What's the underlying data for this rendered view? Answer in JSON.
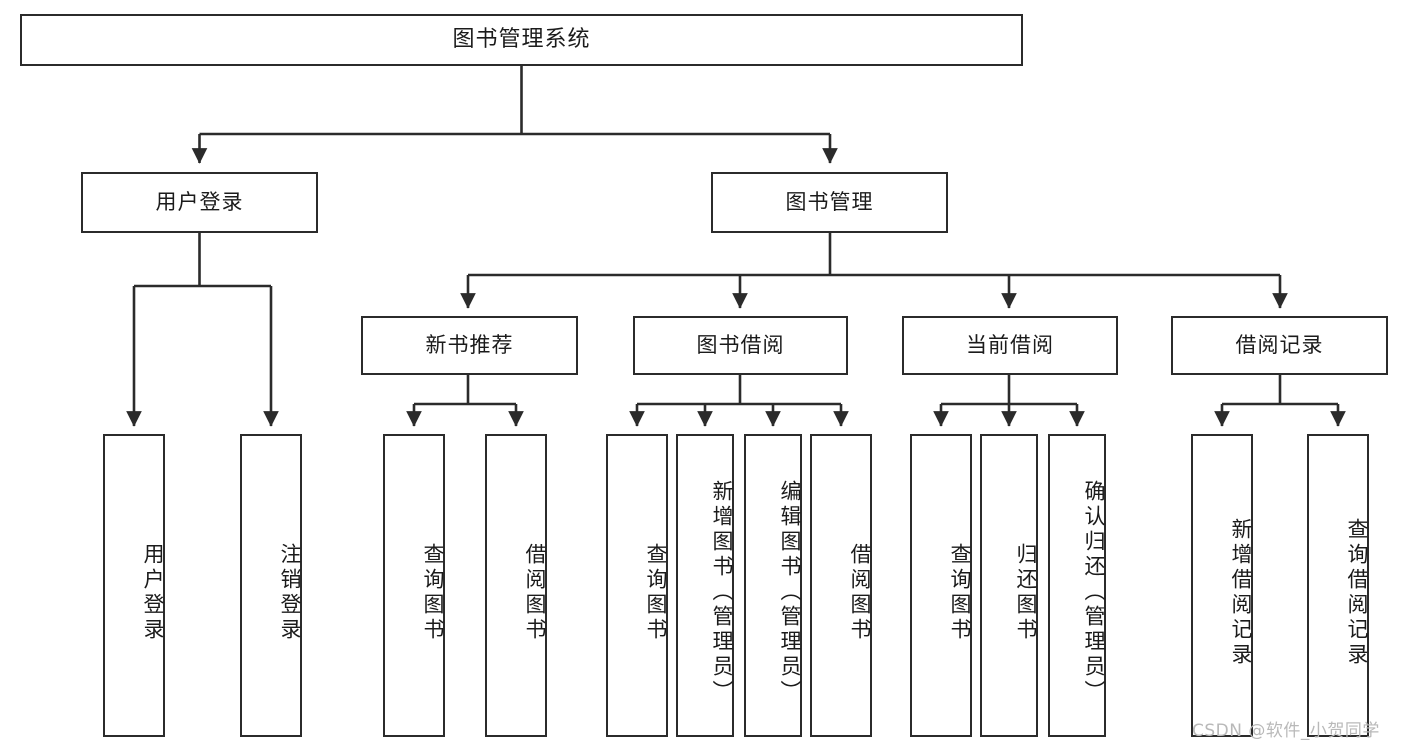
{
  "diagram": {
    "type": "tree-hierarchy",
    "title": "图书管理系统",
    "stroke_color": "#2b2b2b",
    "fill_color": "#ffffff",
    "text_color": "#1b1b1b",
    "root": {
      "label": "图书管理系统"
    },
    "level2": [
      {
        "label": "用户登录"
      },
      {
        "label": "图书管理"
      }
    ],
    "level3": [
      {
        "label": "新书推荐"
      },
      {
        "label": "图书借阅"
      },
      {
        "label": "当前借阅"
      },
      {
        "label": "借阅记录"
      }
    ],
    "leaves": {
      "user_login": [
        {
          "label": "用户登录"
        },
        {
          "label": "注销登录"
        }
      ],
      "new_book": [
        {
          "label": "查询图书"
        },
        {
          "label": "借阅图书"
        }
      ],
      "book_borrow": [
        {
          "label": "查询图书"
        },
        {
          "label": "新增图书（管理员）"
        },
        {
          "label": "编辑图书（管理员）"
        },
        {
          "label": "借阅图书"
        }
      ],
      "current_borrow": [
        {
          "label": "查询图书"
        },
        {
          "label": "归还图书"
        },
        {
          "label": "确认归还（管理员）"
        }
      ],
      "borrow_record": [
        {
          "label": "新增借阅记录"
        },
        {
          "label": "查询借阅记录"
        }
      ]
    }
  },
  "watermark": {
    "text": "CSDN @软件_小贺同学"
  }
}
